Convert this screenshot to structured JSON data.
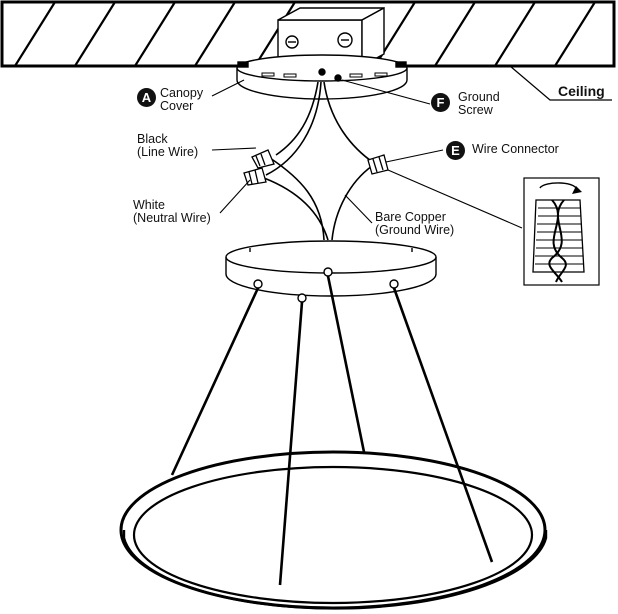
{
  "ceiling": {
    "label": "Ceiling"
  },
  "canopy_cover": {
    "badge": "A",
    "line1": "Canopy",
    "line2": "Cover"
  },
  "ground_screw": {
    "badge": "F",
    "line1": "Ground",
    "line2": "Screw"
  },
  "wire_connector": {
    "badge": "E",
    "label": "Wire Connector"
  },
  "black_wire": {
    "line1": "Black",
    "line2": "(Line Wire)"
  },
  "white_wire": {
    "line1": "White",
    "line2": "(Neutral Wire)"
  },
  "ground_wire": {
    "line1": "Bare Copper",
    "line2": "(Ground Wire)"
  }
}
